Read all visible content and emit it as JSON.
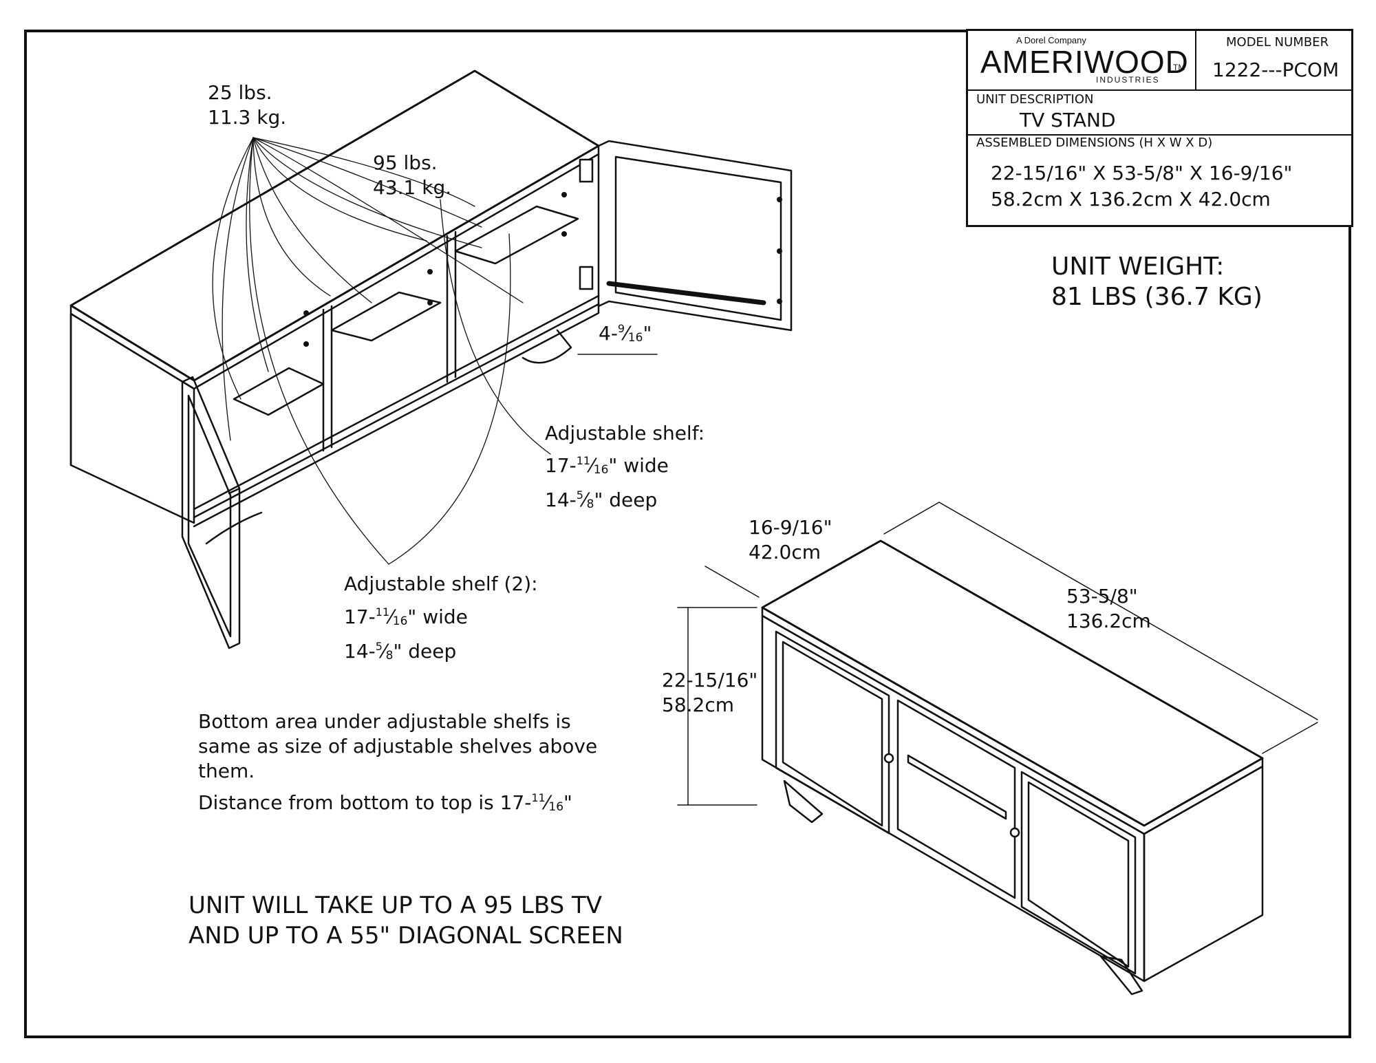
{
  "title_block": {
    "logo": {
      "tagline": "A Dorel Company",
      "name": "AMERIWOOD",
      "trademark": "TM",
      "subtitle": "INDUSTRIES"
    },
    "model_number_label": "MODEL NUMBER",
    "model_number": "1222---PCOM",
    "unit_description_label": "UNIT DESCRIPTION",
    "unit_description": "TV STAND",
    "assembled_dimensions_label": "ASSEMBLED DIMENSIONS (H X W X D)",
    "dimensions_imperial": "22-15/16\" X 53-5/8\" X 16-9/16\"",
    "dimensions_metric": "58.2cm X 136.2cm X 42.0cm"
  },
  "unit_weight": {
    "line1": "UNIT WEIGHT:",
    "line2": "81 LBS (36.7 KG)"
  },
  "top_capacity": {
    "lbs": "95 lbs.",
    "kg": "43.1 kg."
  },
  "shelf_capacity": {
    "lbs": "25 lbs.",
    "kg": "11.3 kg."
  },
  "leg_height": {
    "whole": "4-",
    "num": "9",
    "den": "16",
    "suffix": "\""
  },
  "right_shelf": {
    "title": "Adjustable shelf:",
    "wide": {
      "whole": "17-",
      "num": "11",
      "den": "16",
      "suffix": "\" wide"
    },
    "deep": {
      "whole": "14-",
      "num": "5",
      "den": "8",
      "suffix": "\" deep"
    }
  },
  "left_shelves": {
    "title": "Adjustable shelf (2):",
    "wide": {
      "whole": "17-",
      "num": "11",
      "den": "16",
      "suffix": "\" wide"
    },
    "deep": {
      "whole": "14-",
      "num": "5",
      "den": "8",
      "suffix": "\" deep"
    }
  },
  "bottom_note": {
    "line1": "Bottom area under adjustable shelfs is",
    "line2": "same as size of adjustable shelves above",
    "line3": "them.",
    "distance": {
      "prefix": "Distance from bottom to top is 17-",
      "num": "11",
      "den": "16",
      "suffix": "\""
    }
  },
  "tv_capacity": {
    "line1": "UNIT WILL TAKE UP TO A 95 LBS TV",
    "line2": "AND UP TO A 55\" DIAGONAL SCREEN"
  },
  "dim_depth": {
    "imperial": "16-9/16\"",
    "metric": "42.0cm"
  },
  "dim_width": {
    "imperial": "53-5/8\"",
    "metric": "136.2cm"
  },
  "dim_height": {
    "imperial": "22-15/16\"",
    "metric": "58.2cm"
  },
  "colors": {
    "ink": "#111111",
    "paper": "#ffffff"
  }
}
